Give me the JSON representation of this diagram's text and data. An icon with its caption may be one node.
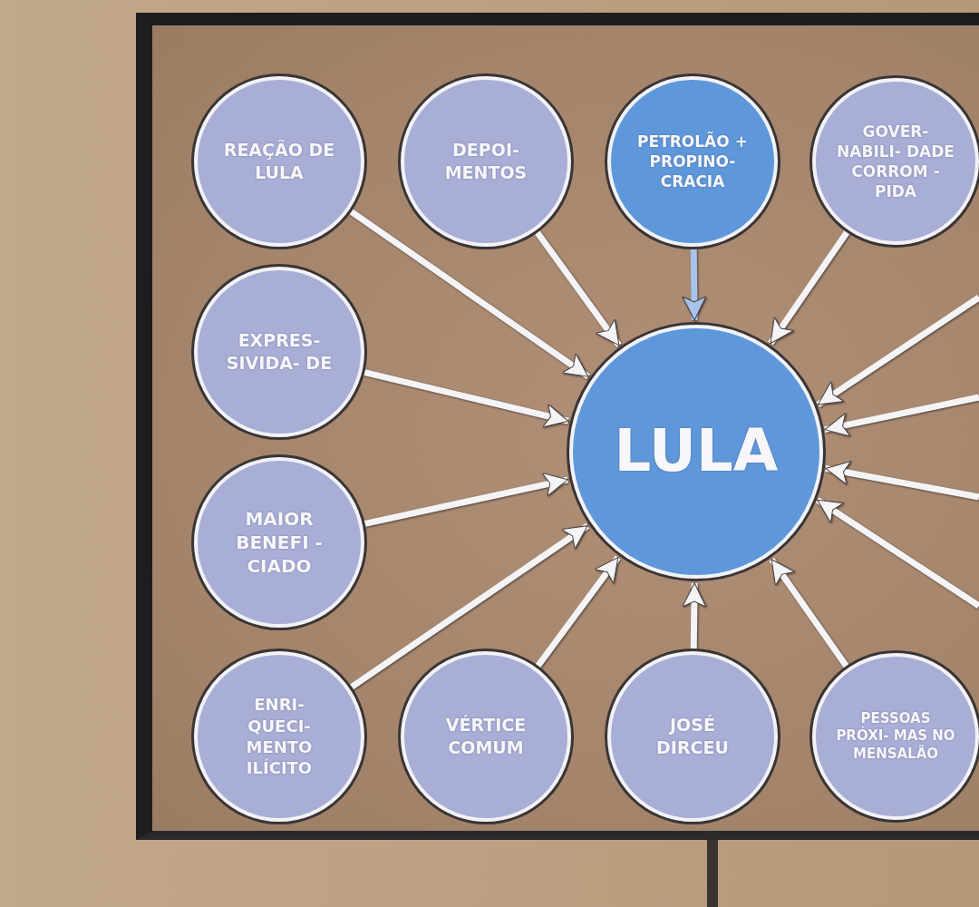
{
  "diagram": {
    "nodes": [
      {
        "text": [
          "REAÇÃO DE LULA"
        ]
      },
      {
        "text": [
          "DEPOI- MENTOS"
        ]
      },
      {
        "text": [
          "PETROLÃO + PROPINO- CRACIA"
        ]
      },
      {
        "text": [
          "GOVER- NABILI- DADE CORROM -PIDA"
        ]
      },
      {
        "text": [
          "EXPRES- SIVIDA- DE"
        ]
      },
      {
        "text": [
          "LULA"
        ]
      },
      {
        "text": [
          "MAIOR BENEFI -CIADO"
        ]
      },
      {
        "text": [
          "ENRI- QUECI- MENTO ILÍCITO"
        ]
      },
      {
        "text": [
          "VÉRTICE COMUM"
        ]
      },
      {
        "text": [
          "JOSÉ DIRCEU"
        ]
      },
      {
        "text": [
          "PESSOAS PRÓXI- MAS NO MENSALÃO"
        ]
      }
    ],
    "edges": [
      {
        "from": 0,
        "to": 5,
        "arrow": "to"
      },
      {
        "from": 1,
        "to": 5,
        "arrow": "to"
      },
      {
        "from": 2,
        "to": 5,
        "arrow": "to",
        "color": "#a9c4ec"
      },
      {
        "from": 3,
        "to": 5,
        "arrow": "to"
      },
      {
        "from": 4,
        "to": 5,
        "arrow": "to"
      },
      {
        "from": 6,
        "to": 5,
        "arrow": "to"
      },
      {
        "from": 7,
        "to": 5,
        "arrow": "to"
      },
      {
        "from": 8,
        "to": 5,
        "arrow": "to"
      },
      {
        "from": 9,
        "to": 5,
        "arrow": "to"
      },
      {
        "from": 10,
        "to": 5,
        "arrow": "to"
      },
      {
        "from": null,
        "to": 5,
        "arrow": "to"
      },
      {
        "from": null,
        "to": 5,
        "arrow": "to"
      },
      {
        "from": null,
        "to": 5,
        "arrow": "to"
      },
      {
        "from": null,
        "to": 5,
        "arrow": "to"
      }
    ]
  }
}
